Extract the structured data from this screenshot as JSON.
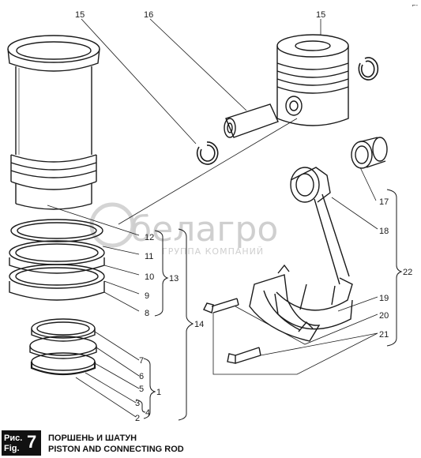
{
  "figure": {
    "label_ru": "Рис.",
    "label_en": "Fig.",
    "number": "7",
    "title_ru": "ПОРШЕНЬ И ШАТУН",
    "title_en": "PISTON AND CONNECTING ROD"
  },
  "watermark": {
    "brand": "белагро",
    "sub": "ГРУППА КОМПАНИЙ"
  },
  "corner_mark": "⌐-",
  "callouts": {
    "c15a": "15",
    "c16": "16",
    "c15b": "15",
    "c17": "17",
    "c18": "18",
    "c12": "12",
    "c11": "11",
    "c10": "10",
    "c9": "9",
    "c8": "8",
    "c13": "13",
    "c14": "14",
    "c22": "22",
    "c19": "19",
    "c20": "20",
    "c21": "21",
    "c7": "7",
    "c6": "6",
    "c5": "5",
    "c3": "3",
    "c2": "2",
    "c4": "4",
    "c1": "1"
  }
}
